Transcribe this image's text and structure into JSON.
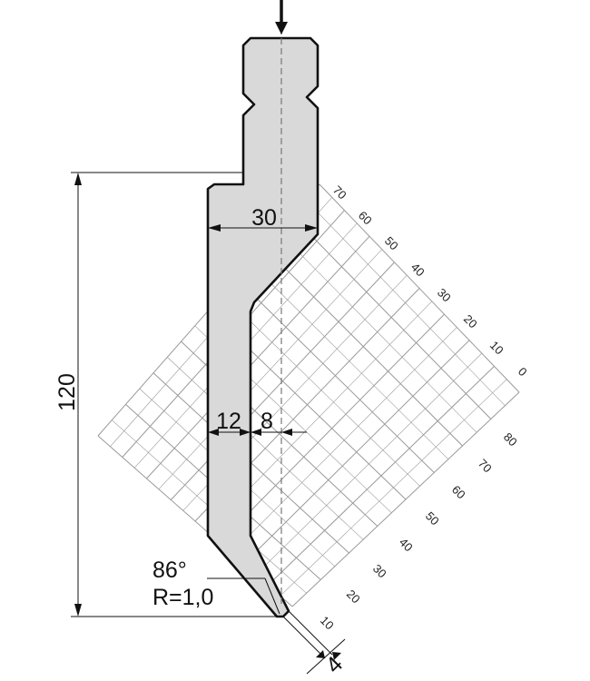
{
  "tool": {
    "fill_color": "#d9d9d9",
    "outline_color": "#111111",
    "grid_color": "#9a9a9a",
    "arrow": "down-arrow-icon"
  },
  "dimensions": {
    "height": "120",
    "top_width": "30",
    "lower_width": "12",
    "offset": "8",
    "tip_width": "4"
  },
  "tip": {
    "angle": "86°",
    "radius": "R=1,0"
  },
  "grid": {
    "upper_labels": [
      "70",
      "60",
      "50",
      "40",
      "30",
      "20",
      "10",
      "0"
    ],
    "lower_labels": [
      "80",
      "70",
      "60",
      "50",
      "40",
      "30",
      "20",
      "10"
    ]
  }
}
